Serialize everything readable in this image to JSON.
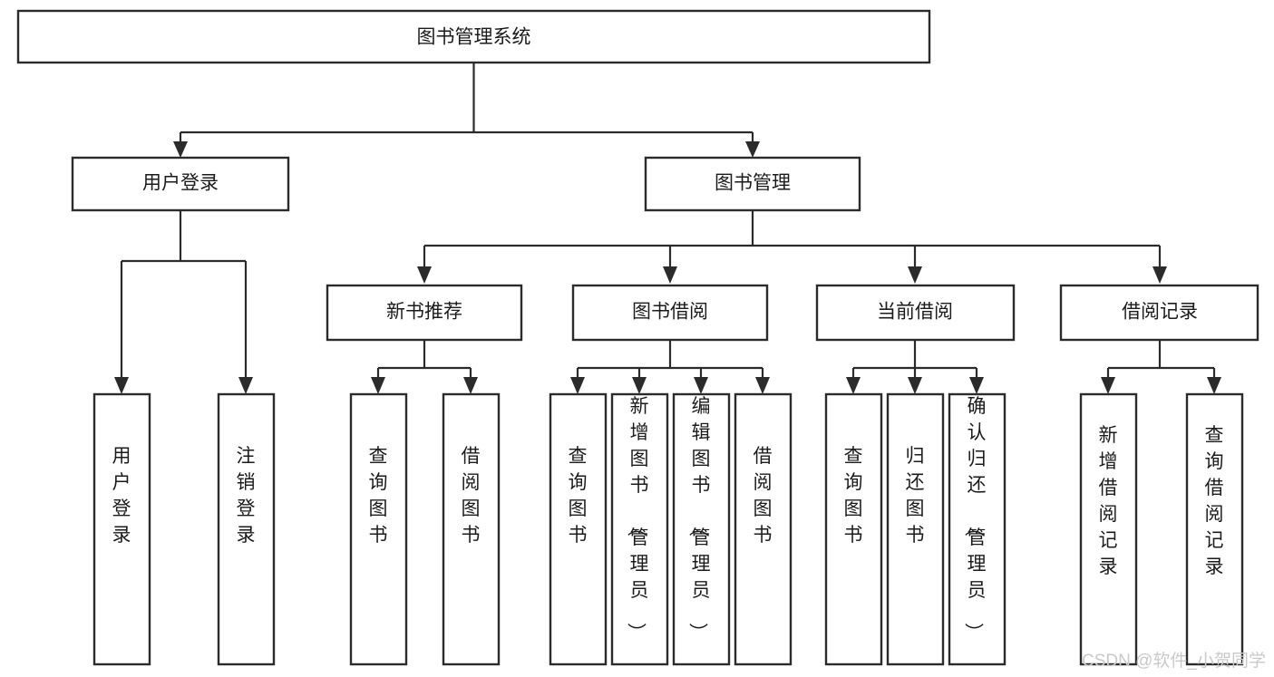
{
  "diagram": {
    "type": "hierarchy-tree",
    "title": "图书管理系统",
    "levels": 4,
    "root": {
      "label": "图书管理系统"
    },
    "level2": [
      {
        "label": "用户登录"
      },
      {
        "label": "图书管理"
      }
    ],
    "level3": [
      {
        "label": "新书推荐"
      },
      {
        "label": "图书借阅"
      },
      {
        "label": "当前借阅"
      },
      {
        "label": "借阅记录"
      }
    ],
    "leaves_user_login": [
      {
        "label": "用户登录"
      },
      {
        "label": "注销登录"
      }
    ],
    "leaves_new_book": [
      {
        "label": "查询图书"
      },
      {
        "label": "借阅图书"
      }
    ],
    "leaves_borrow": [
      {
        "label": "查询图书"
      },
      {
        "label": "新增图书（管理员）"
      },
      {
        "label": "编辑图书（管理员）"
      },
      {
        "label": "借阅图书"
      }
    ],
    "leaves_current": [
      {
        "label": "查询图书"
      },
      {
        "label": "归还图书"
      },
      {
        "label": "确认归还（管理员）"
      }
    ],
    "leaves_record": [
      {
        "label": "新增借阅记录"
      },
      {
        "label": "查询借阅记录"
      }
    ]
  },
  "watermark": {
    "text": "CSDN @软件_小贺同学"
  },
  "colors": {
    "box_stroke": "#2b2b2b",
    "box_fill": "#ffffff",
    "connector": "#2b2b2b",
    "label": "#1b1b1b",
    "watermark": "#c9c9c9",
    "background": "#ffffff"
  }
}
